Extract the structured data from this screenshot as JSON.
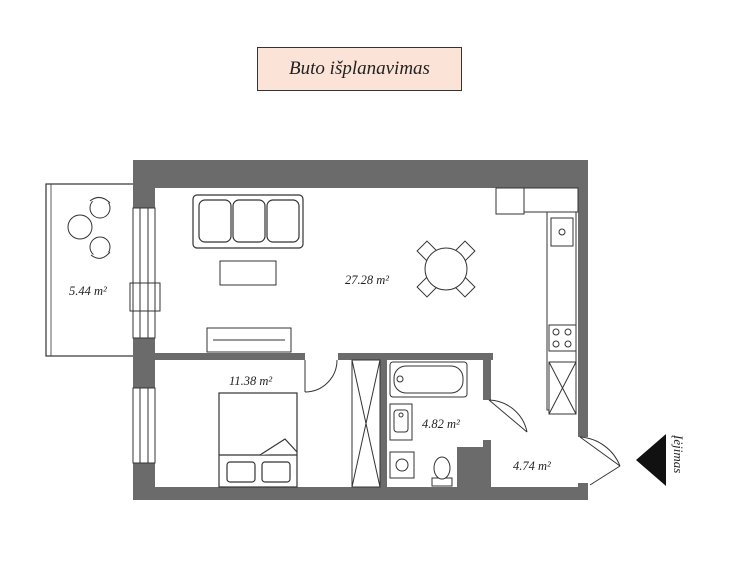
{
  "title": "Buto išplanavimas",
  "rooms": {
    "balcony_area": "5.44 m²",
    "living_area": "27.28 m²",
    "bedroom_area": "11.38 m²",
    "bathroom_area": "4.82 m²",
    "hallway_area": "4.74 m²"
  },
  "entrance_label": "Įėjimas",
  "colors": {
    "wall": "#6b6b6b",
    "title_bg": "#fbe3d8",
    "line": "#333333"
  }
}
